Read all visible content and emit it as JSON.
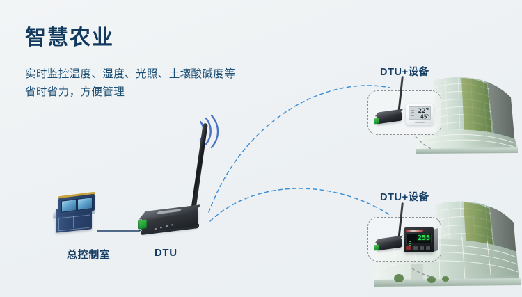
{
  "page": {
    "background_color": "#eef2f4",
    "accent_color": "#3f8fd8",
    "text_color": "#163d63"
  },
  "hero": {
    "title": "智慧农业",
    "subtitle_line1": "实时监控温度、湿度、光照、土壤酸碱度等",
    "subtitle_line2": "省时省力，方便管理"
  },
  "labels": {
    "control_room": "总控制室",
    "dtu": "DTU",
    "group_top": "DTU+设备",
    "group_bottom": "DTU+设备"
  },
  "devices": {
    "top_meter": {
      "type": "lcd-thermo-hygrometer",
      "temperature": "22",
      "temperature_unit": "℃",
      "humidity": "45",
      "humidity_unit": "%"
    },
    "bottom_meter": {
      "type": "panel-temperature-controller",
      "display": "255"
    }
  },
  "icons": {
    "wifi": "wifi-signal-icon",
    "antenna": "antenna-icon"
  }
}
